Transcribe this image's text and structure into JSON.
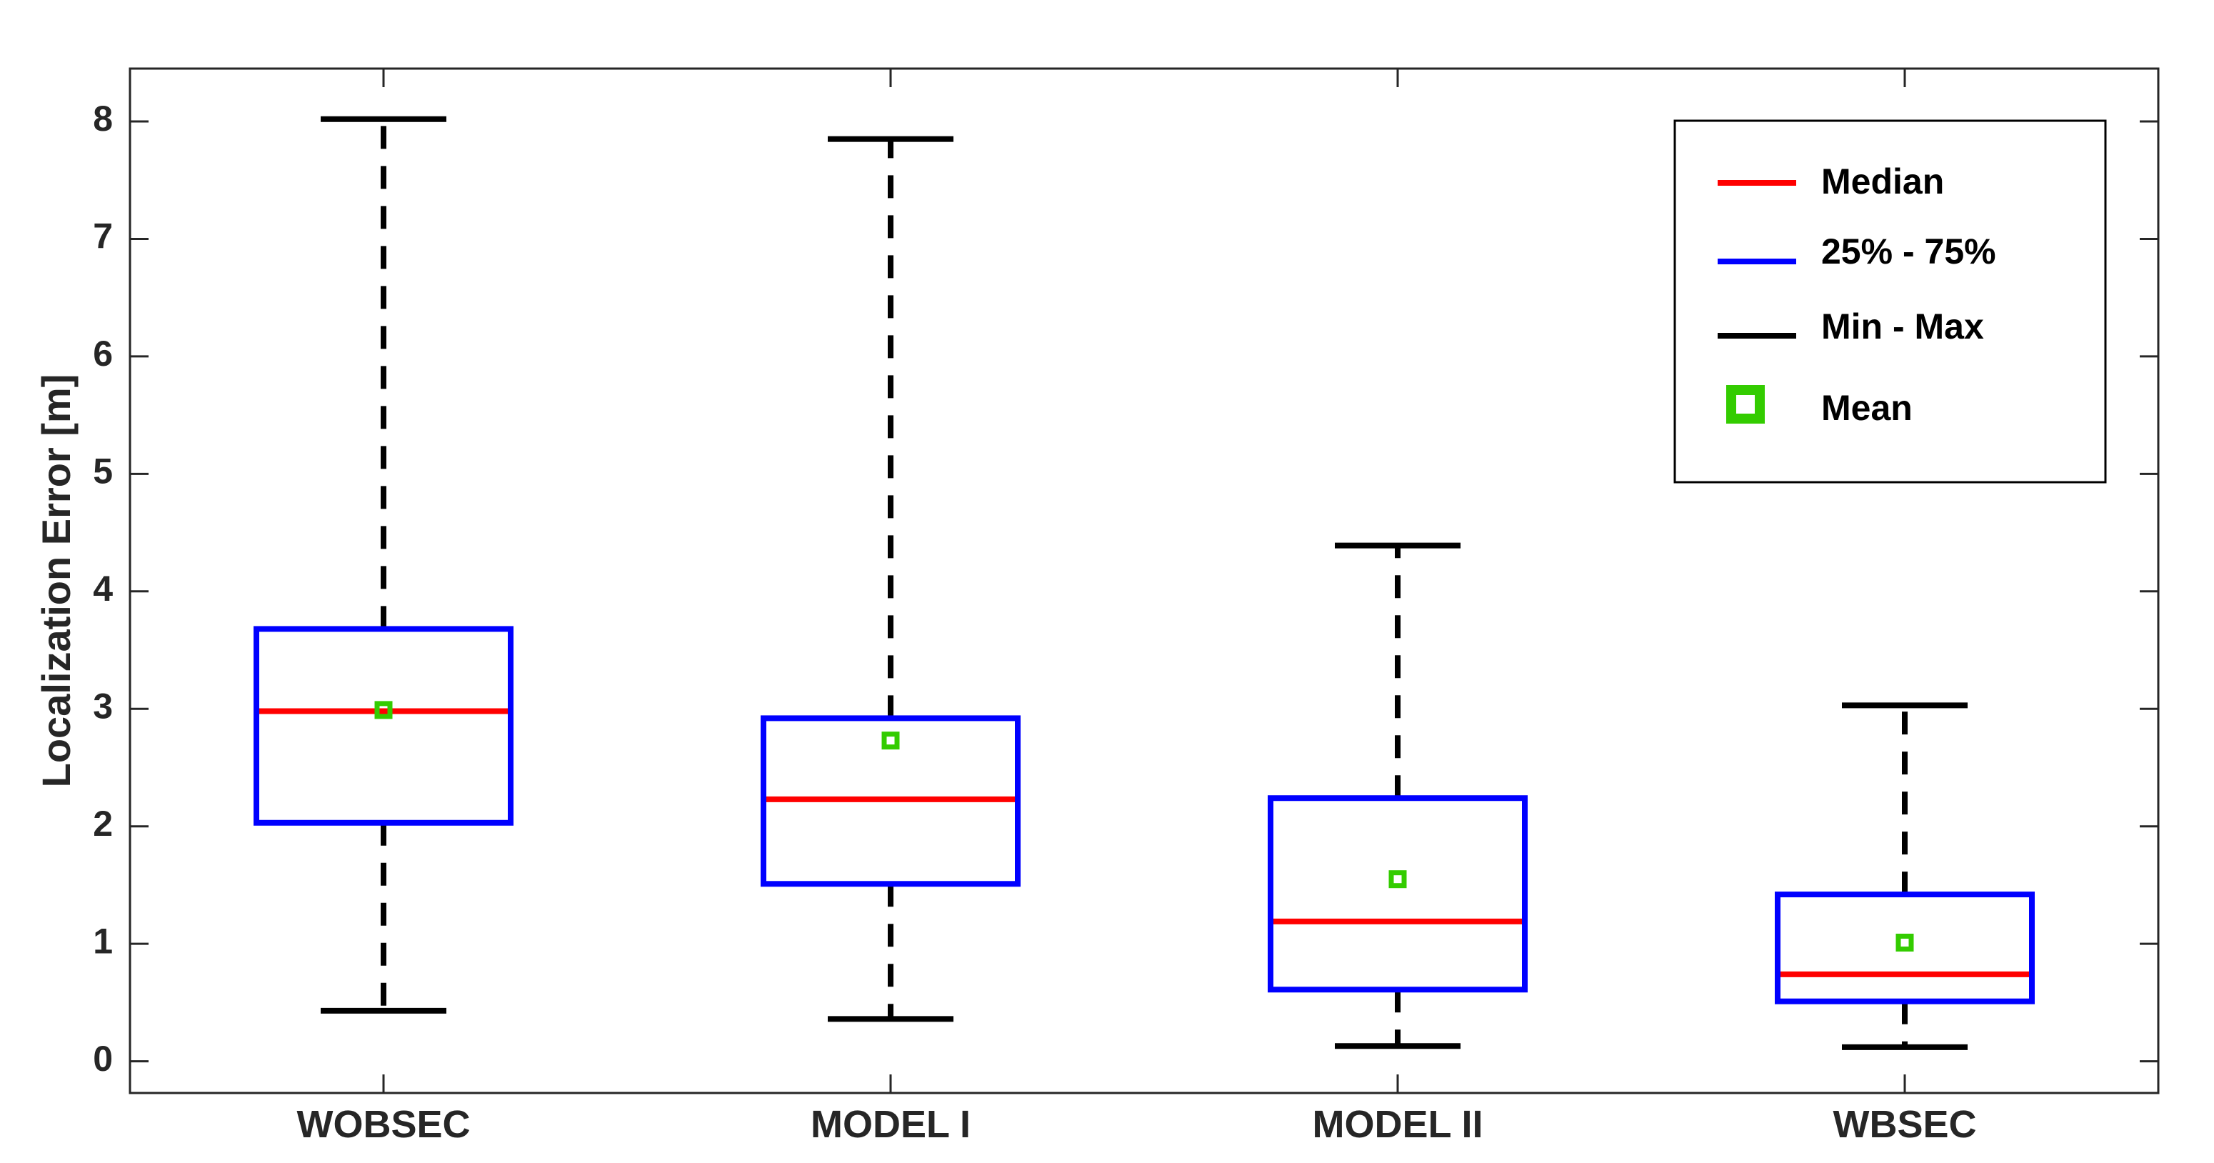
{
  "chart_data": {
    "type": "box",
    "title": "",
    "xlabel": "",
    "ylabel": "Localization Error [m]",
    "ylim": [
      -0.27,
      8.45
    ],
    "yticks": [
      0,
      1,
      2,
      3,
      4,
      5,
      6,
      7,
      8
    ],
    "grid": false,
    "legend_position": "top-right",
    "categories": [
      "WOBSEC",
      "MODEL I",
      "MODEL II",
      "WBSEC"
    ],
    "boxes": [
      {
        "category": "WOBSEC",
        "min": 0.43,
        "q1": 2.03,
        "median": 2.98,
        "q3": 3.68,
        "max": 8.02,
        "mean": 2.99
      },
      {
        "category": "MODEL I",
        "min": 0.36,
        "q1": 1.51,
        "median": 2.23,
        "q3": 2.92,
        "max": 7.85,
        "mean": 2.73
      },
      {
        "category": "MODEL II",
        "min": 0.13,
        "q1": 0.61,
        "median": 1.19,
        "q3": 2.24,
        "max": 4.39,
        "mean": 1.55
      },
      {
        "category": "WBSEC",
        "min": 0.12,
        "q1": 0.51,
        "median": 0.74,
        "q3": 1.42,
        "max": 3.03,
        "mean": 1.01
      }
    ],
    "legend": [
      {
        "key": "median",
        "label": "Median"
      },
      {
        "key": "iqr",
        "label": "25% - 75%"
      },
      {
        "key": "range",
        "label": "Min - Max"
      },
      {
        "key": "mean",
        "label": "Mean"
      }
    ],
    "colors": {
      "median": "#ff0000",
      "box": "#0000ff",
      "whisker": "#000000",
      "mean": "#33cc00",
      "axis": "#262626"
    }
  }
}
